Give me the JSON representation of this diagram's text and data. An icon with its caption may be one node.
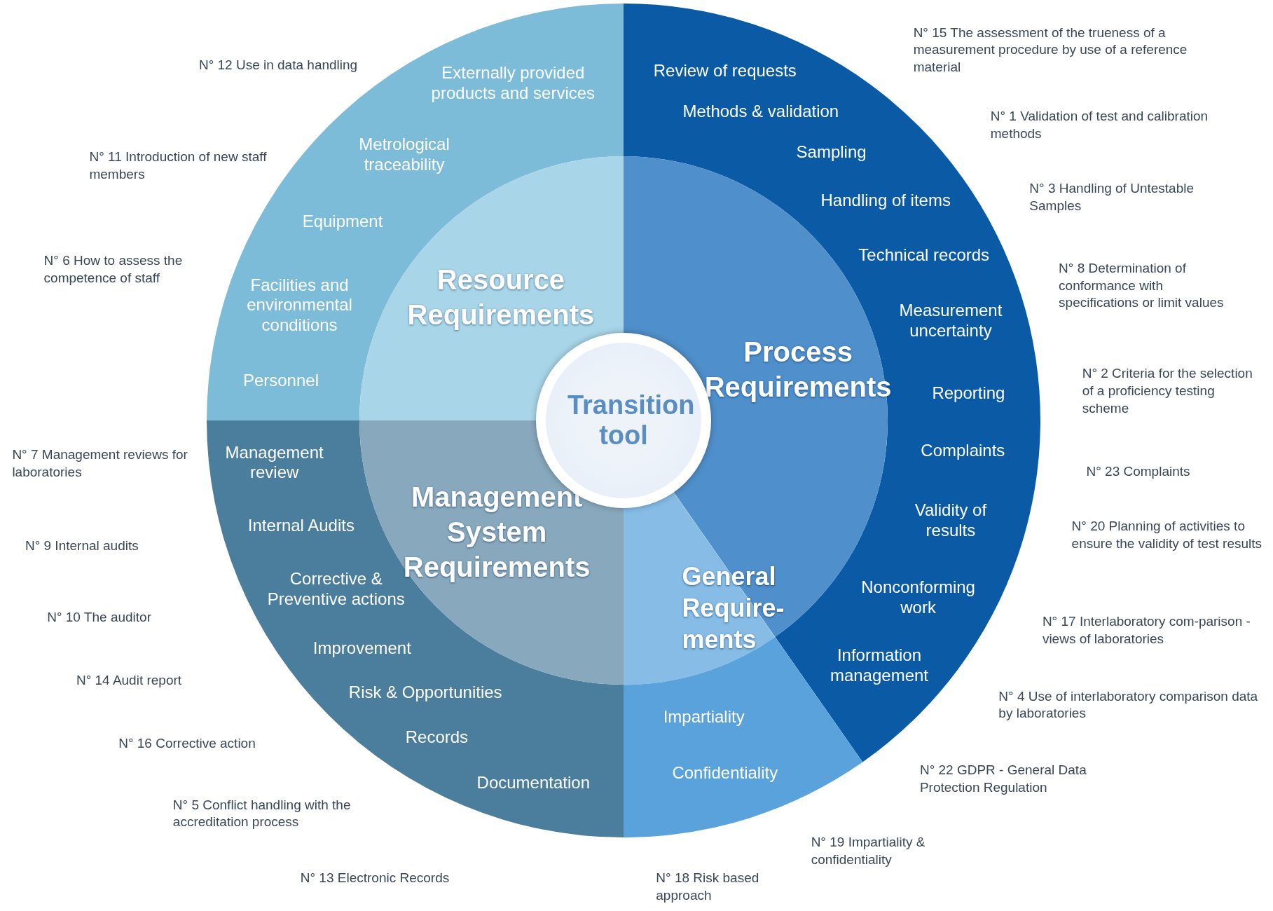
{
  "diagram": {
    "nodes": [
      {
        "text": [
          "Transition tool"
        ]
      },
      {
        "text": [
          "Resource Requirements"
        ]
      },
      {
        "text": [
          "Process Requirements"
        ]
      },
      {
        "text": [
          "Management System Requirements"
        ]
      },
      {
        "text": [
          "General Require-ments"
        ]
      },
      {
        "text": [
          "Externally provided products and services",
          "Metrological traceability",
          "Equipment",
          "Facilities and environmental conditions",
          "Personnel"
        ]
      },
      {
        "text": [
          "Review of requests",
          "Methods & validation",
          "Sampling",
          "Handling of items",
          "Technical records",
          "Measurement uncertainty",
          "Reporting",
          "Complaints",
          "Validity of results",
          "Nonconforming work",
          "Information management"
        ]
      },
      {
        "text": [
          "Management review",
          "Internal Audits",
          "Corrective & Preventive actions",
          "Improvement",
          "Risk & Opportunities",
          "Records",
          "Documentation"
        ]
      },
      {
        "text": [
          "Impartiality",
          "Confidentiality"
        ]
      }
    ],
    "edges": [],
    "labels": [
      "N° 15 The assessment of the trueness of a measurement procedure by use of a reference material",
      "N° 1 Validation of test and calibration methods",
      "N° 3 Handling of Untestable Samples",
      "N° 8 Determination of conformance with specifications or limit values",
      "N° 2 Criteria for the selection of a proficiency testing scheme",
      "N° 23 Complaints",
      "N° 20 Planning of activities to ensure the validity of test results",
      "N° 17 Interlaboratory com-parison - views of laboratories",
      "N° 4 Use of interlaboratory comparison data by laboratories",
      "N° 22 GDPR - General Data Protection Regulation",
      "N° 19 Impartiality & confidentiality",
      "N° 18 Risk based approach",
      "N° 13 Electronic Records",
      "N° 5 Conflict handling with the accreditation process",
      "N° 16 Corrective action",
      "N° 14 Audit report",
      "N° 10 The auditor",
      "N° 9 Internal audits",
      "N° 7 Management reviews for laboratories",
      "N° 6 How to assess the competence of staff",
      "N° 11 Introduction of new staff members",
      "N° 12 Use in data handling"
    ]
  }
}
